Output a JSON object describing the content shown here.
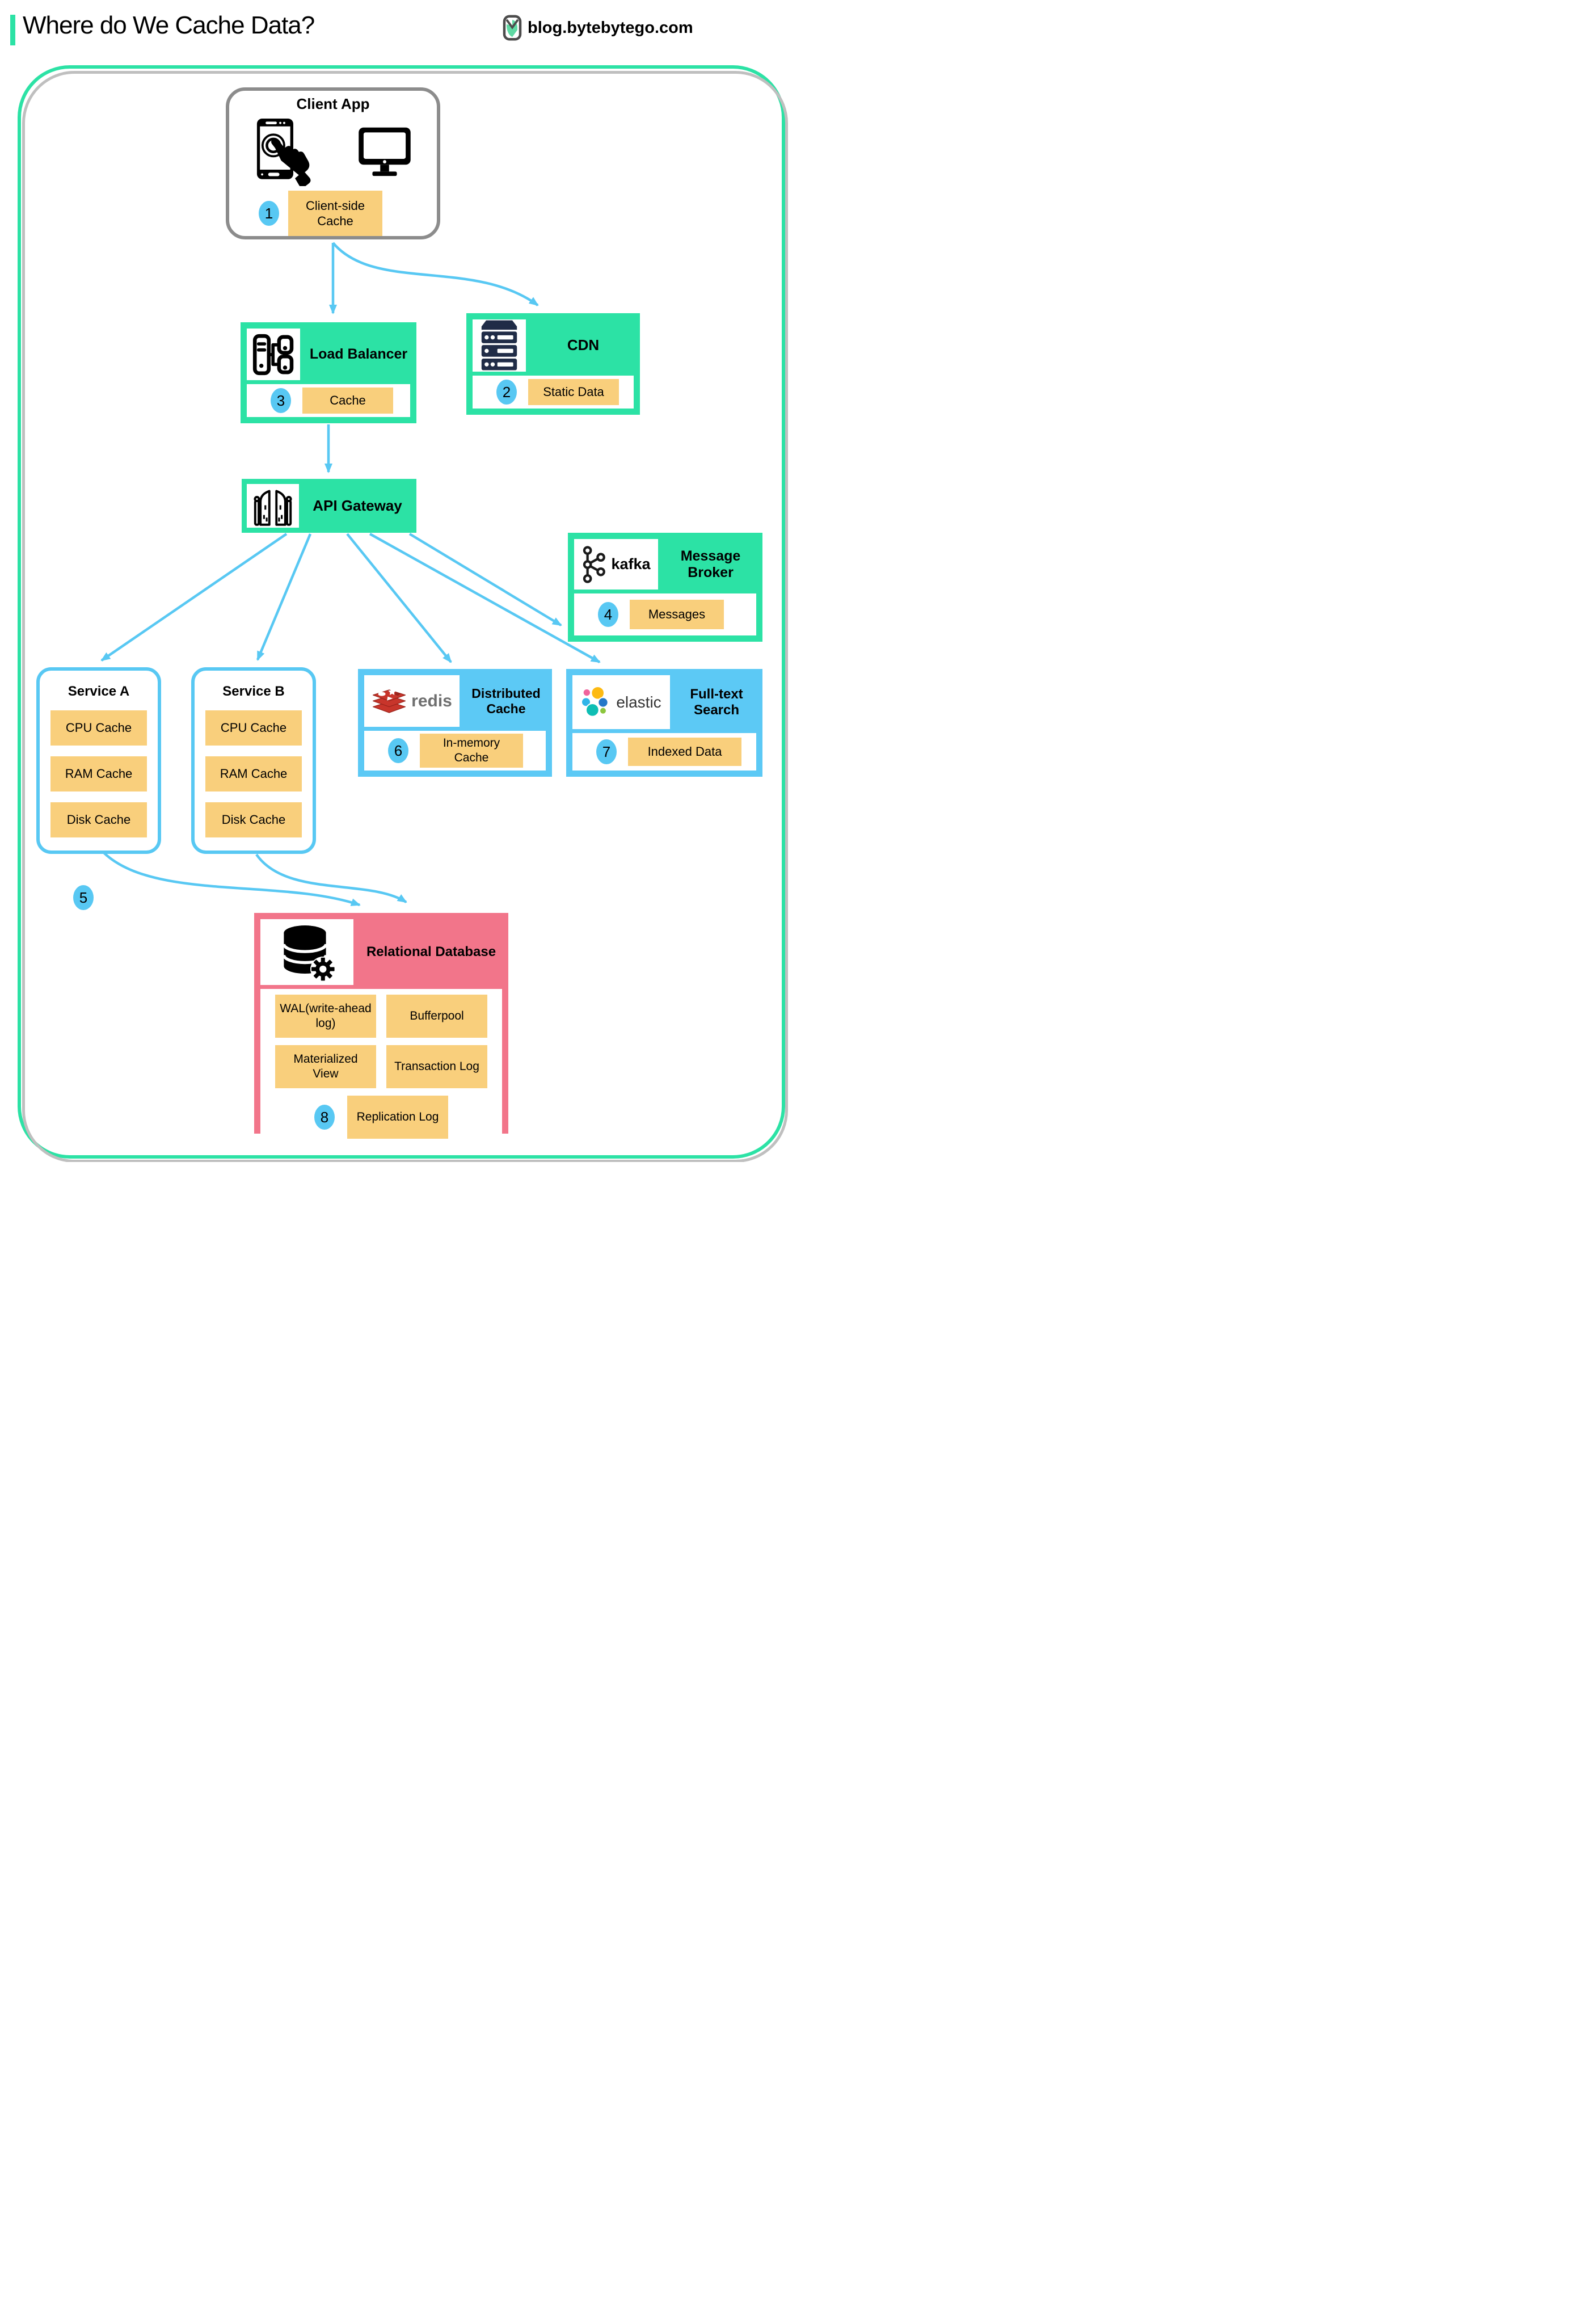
{
  "header": {
    "title": "Where do We Cache Data?",
    "site": "blog.bytebytego.com"
  },
  "nodes": {
    "client_app": {
      "title": "Client App",
      "badge": "1",
      "cache_label": "Client-side Cache"
    },
    "cdn": {
      "title": "CDN",
      "badge": "2",
      "cache_label": "Static Data"
    },
    "load_balancer": {
      "title": "Load Balancer",
      "badge": "3",
      "cache_label": "Cache"
    },
    "api_gateway": {
      "title": "API Gateway"
    },
    "message_broker": {
      "title": "Message Broker",
      "badge": "4",
      "cache_label": "Messages",
      "logo_text": "kafka"
    },
    "service_a": {
      "title": "Service A",
      "items": [
        "CPU Cache",
        "RAM Cache",
        "Disk Cache"
      ]
    },
    "service_b": {
      "title": "Service B",
      "items": [
        "CPU Cache",
        "RAM Cache",
        "Disk Cache"
      ]
    },
    "services_badge": "5",
    "distributed_cache": {
      "title": "Distributed Cache",
      "badge": "6",
      "cache_label": "In-memory Cache",
      "logo_text": "redis"
    },
    "fulltext_search": {
      "title": "Full-text Search",
      "badge": "7",
      "cache_label": "Indexed Data",
      "logo_text": "elastic"
    },
    "relational_db": {
      "title": "Relational Database",
      "badge": "8",
      "items": [
        "WAL(write-ahead log)",
        "Bufferpool",
        "Materialized View",
        "Transaction Log",
        "Replication Log"
      ]
    }
  },
  "colors": {
    "green": "#2ce2a5",
    "blue": "#58c8f3",
    "orange": "#f9cf7c",
    "pink": "#f2758a",
    "navy": "#202c47"
  }
}
